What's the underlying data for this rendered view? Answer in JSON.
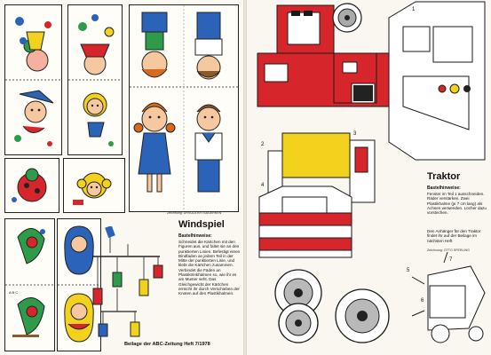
{
  "windspiel": {
    "title": "Windspiel",
    "instructions_heading": "Bastelhinweise:",
    "instructions_body": "Schneidet die Kärtchen mit den Figuren aus, und faltet sie an den punktierten Linien. Befestigt einen Bindfaden an jedem Teil in der Mitte der punktierten Linie, und klebt die Kärtchen zusammen. Verbindet die Fäden an Plastiktrinkhalmen so, wie ihr es am Muster seht. Das Gleichgewicht der Kärtchen erreicht ihr durch Verschieben der Knoten auf den Plastikhalmen.",
    "illustration_credit": "Zeichnung: URSULA KRTSAGERKEN"
  },
  "footer": {
    "text": "Beilage der ABC-Zeitung Heft 7/1978"
  },
  "traktor": {
    "title": "Traktor",
    "instructions_heading": "Bastelhinweise:",
    "instructions_body": "Fenster im Teil 1 ausschneiden. Räder verstärken. Zwei Plastikhalme (je 7 cm lang) als Achsen verwenden. Löcher dazu vorstechen.",
    "note": "Den Anhänger für den Traktor findet ihr auf der Beilage im nächsten Heft",
    "credit": "Zeichnung: OTTO SPERLING"
  },
  "part_numbers": [
    "1",
    "2",
    "3",
    "4",
    "5",
    "6",
    "7"
  ],
  "abc_letters": "A B C",
  "colors": {
    "tractor_red": "#d7262b",
    "paper": "#fbf8f2",
    "yellow": "#f2d21c",
    "blue": "#2a63b8",
    "outline": "#1a1a1a"
  }
}
